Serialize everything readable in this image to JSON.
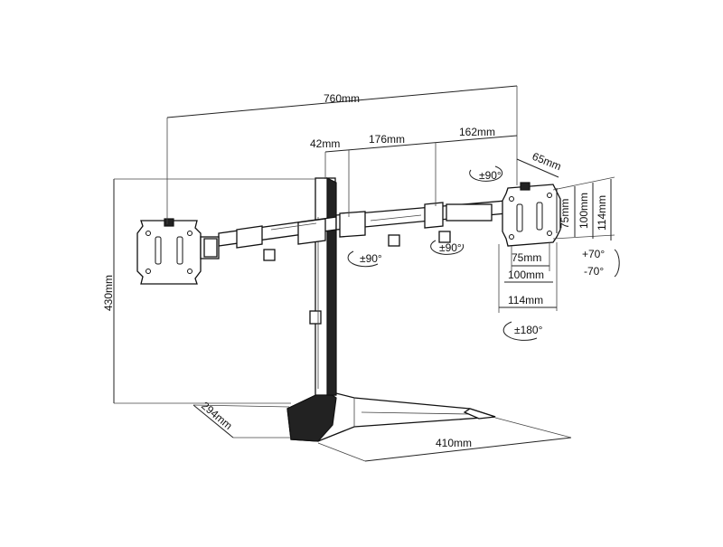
{
  "dimensions": {
    "total_width": "760mm",
    "clamp_offset": "42mm",
    "inner_arm": "176mm",
    "outer_arm": "162mm",
    "depth_offset": "65mm",
    "height": "430mm",
    "base_depth": "294mm",
    "base_width": "410mm"
  },
  "vesa": {
    "v75": "75mm",
    "v100": "100mm",
    "v114": "114mm",
    "h75": "75mm",
    "h100": "100mm",
    "h114": "114mm"
  },
  "rotations": {
    "top_swivel": "±90°",
    "arm_swivel_left": "±90°",
    "arm_swivel_right": "±90°",
    "tilt_up": "+70°",
    "tilt_down": "-70°",
    "rotate": "±180°"
  }
}
